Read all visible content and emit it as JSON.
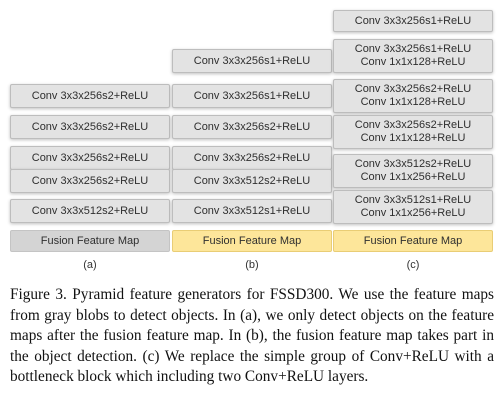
{
  "panels": [
    {
      "label": "(a)",
      "blocks": [
        [
          "Conv 3x3x256s2+ReLU"
        ],
        [
          "Conv 3x3x256s2+ReLU"
        ],
        [
          "Conv 3x3x256s2+ReLU"
        ],
        [
          "Conv 3x3x256s2+ReLU"
        ],
        [
          "Conv 3x3x512s2+ReLU"
        ]
      ],
      "fusion": "Fusion Feature Map"
    },
    {
      "label": "(b)",
      "blocks": [
        [
          "Conv 3x3x256s1+ReLU"
        ],
        [
          "Conv 3x3x256s1+ReLU"
        ],
        [
          "Conv 3x3x256s2+ReLU"
        ],
        [
          "Conv 3x3x256s2+ReLU"
        ],
        [
          "Conv 3x3x512s2+ReLU"
        ],
        [
          "Conv 3x3x512s1+ReLU"
        ]
      ],
      "fusion": "Fusion Feature Map"
    },
    {
      "label": "(c)",
      "blocks": [
        [
          "Conv 3x3x256s1+ReLU"
        ],
        [
          "Conv 3x3x256s1+ReLU",
          "Conv 1x1x128+ReLU"
        ],
        [
          "Conv 3x3x256s2+ReLU",
          "Conv 1x1x128+ReLU"
        ],
        [
          "Conv 3x3x256s2+ReLU",
          "Conv 1x1x128+ReLU"
        ],
        [
          "Conv 3x3x512s2+ReLU",
          "Conv 1x1x256+ReLU"
        ],
        [
          "Conv 3x3x512s1+ReLU",
          "Conv 1x1x256+ReLU"
        ]
      ],
      "fusion": "Fusion Feature Map"
    }
  ],
  "colors": {
    "block": "#e3e3e3",
    "fusion_a": "#d4d4d4",
    "fusion_bc": "#fde69a"
  },
  "caption": "Figure 3. Pyramid feature generators for FSSD300. We use the feature maps from gray blobs to detect objects. In (a), we only detect objects on the feature maps after the fusion feature map. In (b), the fusion feature map takes part in the object detection. (c) We replace the simple group of Conv+ReLU with a bottleneck block which including two Conv+ReLU layers."
}
